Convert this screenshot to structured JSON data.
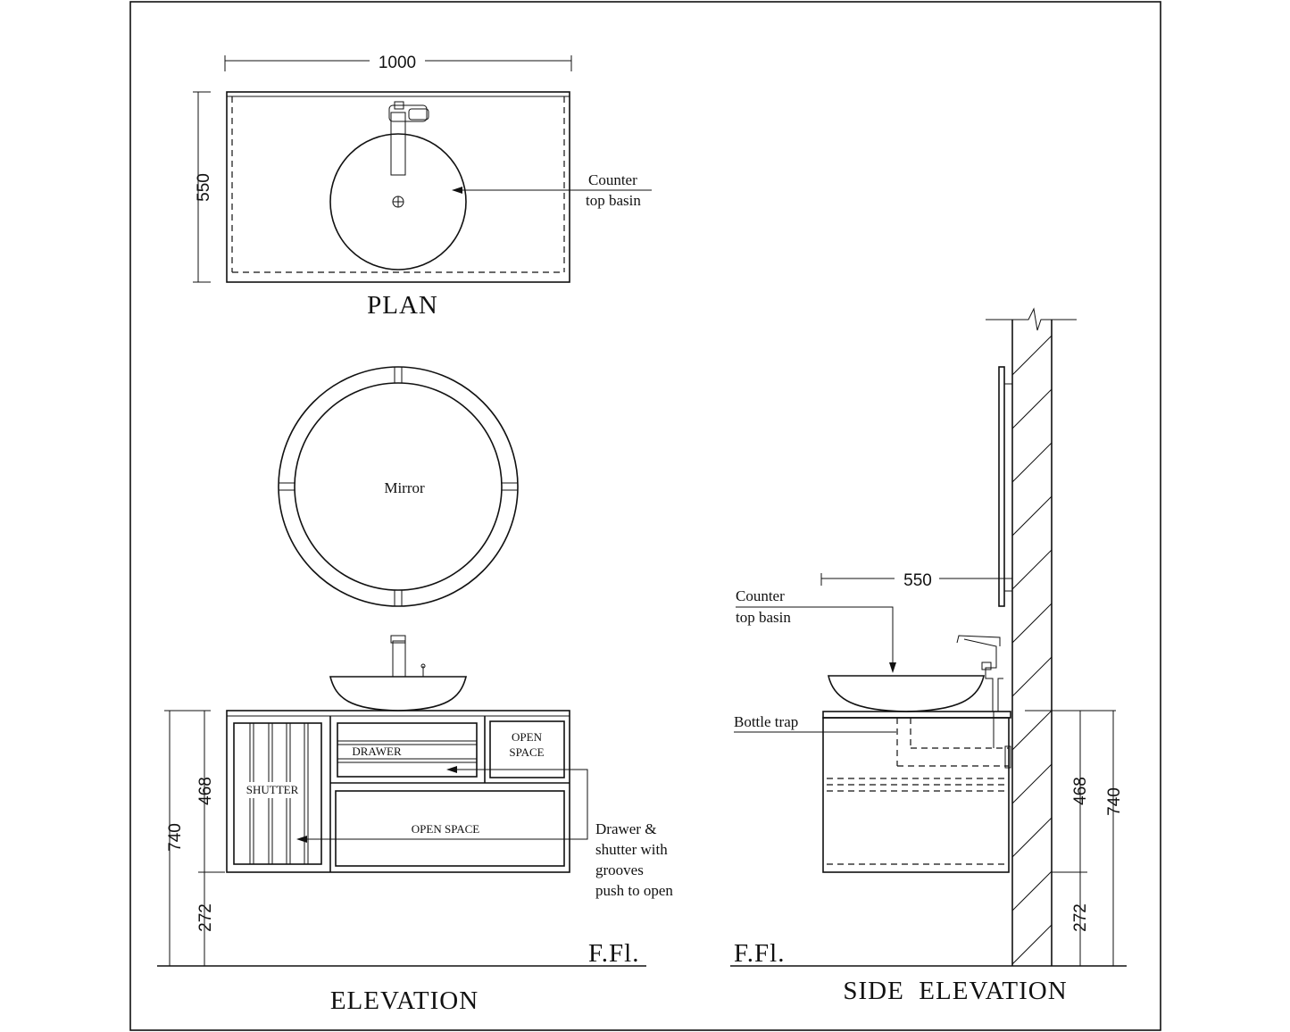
{
  "plan": {
    "title": "PLAN",
    "width_dim": "1000",
    "depth_dim": "550",
    "basin_label_line1": "Counter",
    "basin_label_line2": "top basin"
  },
  "elevation": {
    "title": "ELEVATION",
    "mirror_label": "Mirror",
    "shutter_label": "SHUTTER",
    "drawer_label": "DRAWER",
    "open_space_small_line1": "OPEN",
    "open_space_small_line2": "SPACE",
    "open_space_large": "OPEN SPACE",
    "note_line1": "Drawer &",
    "note_line2": "shutter with",
    "note_line3": "grooves",
    "note_line4": "push to open",
    "dim_total": "740",
    "dim_cabinet": "468",
    "dim_bottom": "272",
    "floor_label": "F.Fl."
  },
  "side_elevation": {
    "title": "SIDE  ELEVATION",
    "depth_dim": "550",
    "basin_label_line1": "Counter",
    "basin_label_line2": "top basin",
    "bottle_trap_label": "Bottle trap",
    "dim_cabinet": "468",
    "dim_total": "740",
    "dim_bottom": "272",
    "floor_label": "F.Fl."
  }
}
